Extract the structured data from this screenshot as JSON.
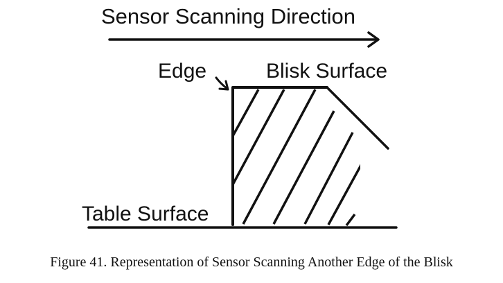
{
  "diagram": {
    "direction_label": "Sensor Scanning Direction",
    "edge_label": "Edge",
    "blisk_label": "Blisk Surface",
    "table_label": "Table Surface"
  },
  "caption": "Figure 41. Representation of Sensor Scanning Another Edge of the Blisk"
}
